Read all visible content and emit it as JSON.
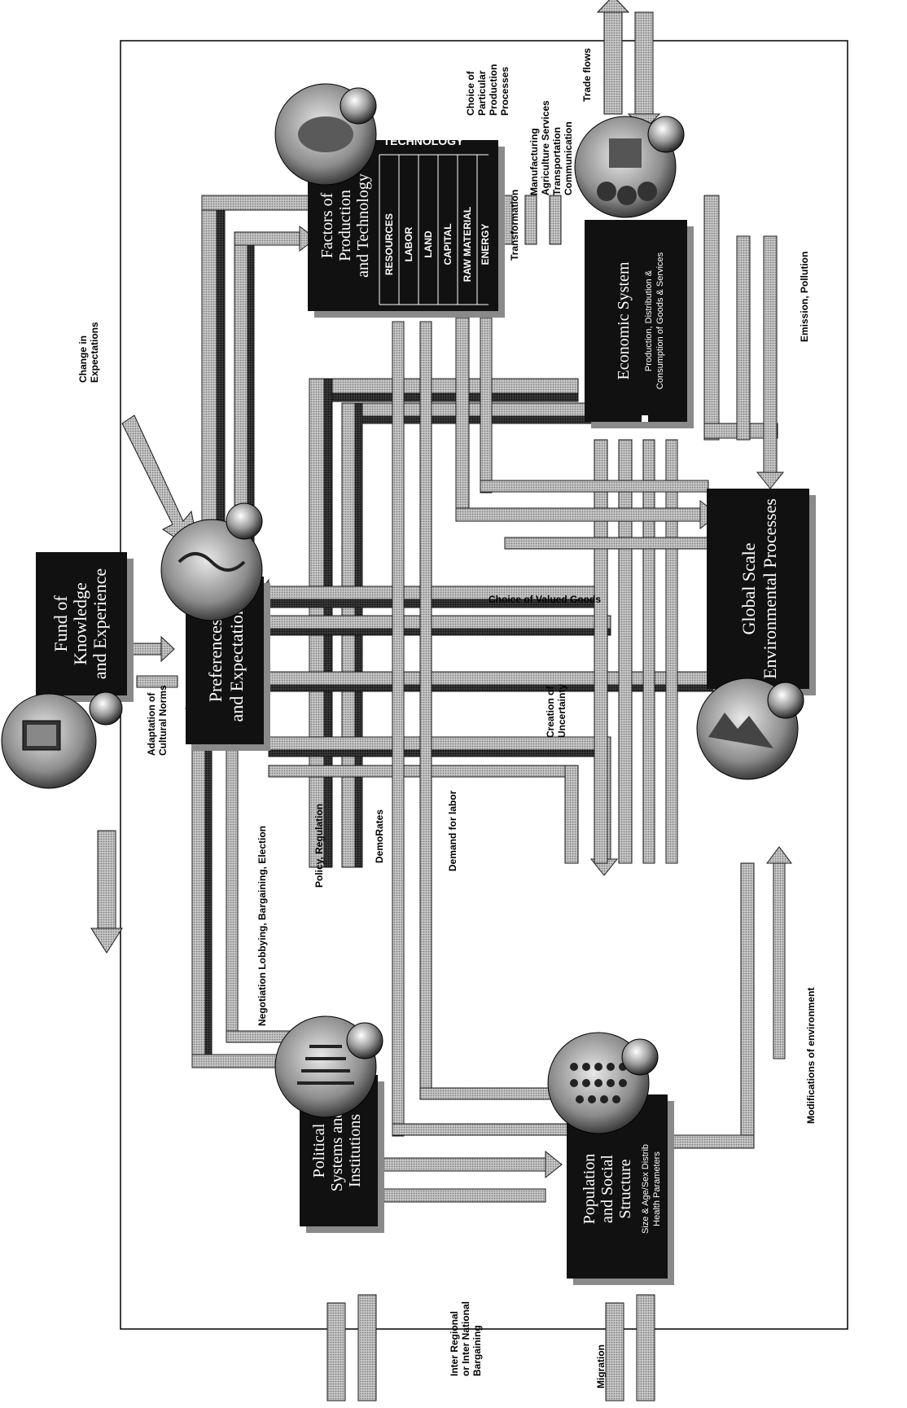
{
  "boxes": {
    "fund": {
      "line1": "Fund of",
      "line2": "Knowledge",
      "line3": "and Experience"
    },
    "preferences": {
      "line1": "Preferences",
      "line2": "and Expectations"
    },
    "factors": {
      "line1": "Factors of",
      "line2": "Production",
      "line3": "and Technology"
    },
    "technology_header": "TECHNOLOGY",
    "resources_rows": [
      "RESOURCES",
      "LABOR",
      "LAND",
      "CAPITAL",
      "RAW MATERIAL",
      "ENERGY"
    ],
    "economic": {
      "title": "Economic System",
      "bullet": "Production, Distribution &",
      "bullet_line2": "Consumption of Goods & Services"
    },
    "global": {
      "line1": "Global Scale",
      "line2": "Environmental Processes"
    },
    "political": {
      "line1": "Political",
      "line2": "Systems and",
      "line3": "Institutions"
    },
    "population": {
      "line1": "Population",
      "line2": "and Social",
      "line3": "Structure",
      "bullet1": "Size & Age/Sex Distrib",
      "bullet2": "Health Parameters"
    }
  },
  "flows": {
    "change_expectations": {
      "line1": "Change in",
      "line2": "Expectations"
    },
    "adaptation": {
      "line1": "Adaptation of",
      "line2": "Cultural Norms"
    },
    "choice_processes": {
      "line1": "Choice of",
      "line2": "Particular",
      "line3": "Production",
      "line4": "Processes"
    },
    "sectors": {
      "line1": "Manufacturing",
      "line2": "Agriculture Services",
      "line3": "Transportation",
      "line4": "Communication"
    },
    "trade": "Trade flows",
    "transformation": "Transformation",
    "emission": "Emission, Pollution",
    "valued_goods": "Choice of Valued Goods",
    "uncertainty": {
      "line1": "Creation of",
      "line2": "Uncertainty"
    },
    "negotiation": "Negotiation Lobbying, Bargaining, Election",
    "policy": "Policy, Regulation",
    "demorates": "DemoRates",
    "demand_labor": "Demand for labor",
    "modifications": "Modifications of environment",
    "bargaining": {
      "line1": "Inter Regional",
      "line2": "or Inter National",
      "line3": "Bargaining"
    },
    "migration": "Migration"
  },
  "icons": [
    "computer-globe-icon",
    "handshake-globe-icon",
    "planet-globe-icon",
    "factory-globe-icon",
    "landscape-globe-icon",
    "parliament-globe-icon",
    "crowd-globe-icon"
  ],
  "colors": {
    "box": "#111111",
    "arrow_fill": "#8a8a8a",
    "arrow_shadow": "#2a2a2a",
    "border": "#000000"
  }
}
